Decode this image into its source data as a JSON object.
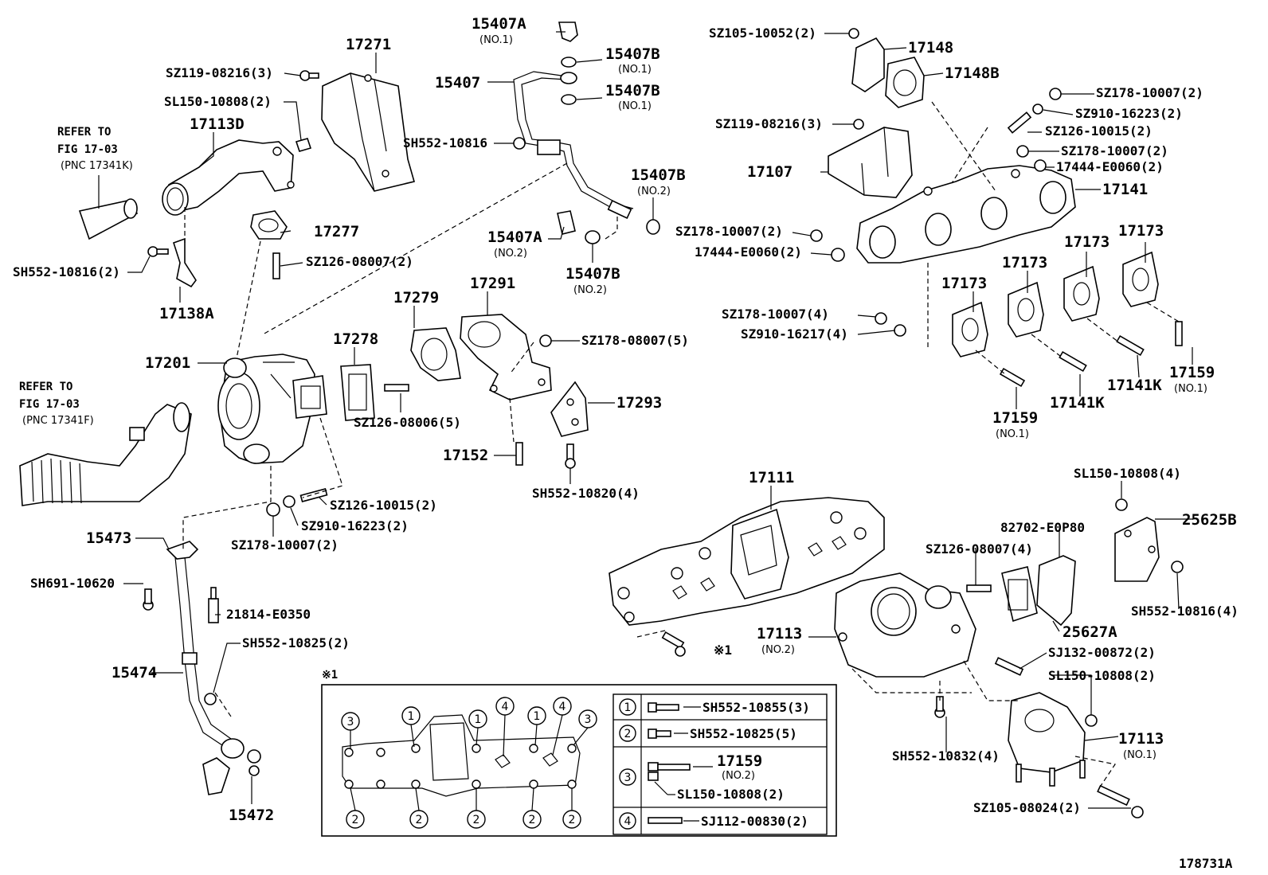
{
  "diagram_id": "178731A",
  "labels": {
    "p17271": "17271",
    "sz119_08216_top": "SZ119-08216(3)",
    "sl150_10808_2": "SL150-10808(2)",
    "p17113d": "17113D",
    "refer1_line1": "REFER TO",
    "refer1_line2": "FIG 17-03",
    "refer1_line3": "(PNC 17341K)",
    "p17277": "17277",
    "sz126_08007_2": "SZ126-08007(2)",
    "sh552_10816_left": "SH552-10816(2)",
    "p17138a": "17138A",
    "p17201": "17201",
    "refer2_line1": "REFER TO",
    "refer2_line2": "FIG 17-03",
    "refer2_line3": "(PNC 17341F)",
    "p17278": "17278",
    "p17279": "17279",
    "p17291": "17291",
    "sz178_08007_5": "SZ178-08007(5)",
    "p17293": "17293",
    "sz126_08006_5": "SZ126-08006(5)",
    "p17152": "17152",
    "sh552_10820_4": "SH552-10820(4)",
    "sz126_10015_left": "SZ126-10015(2)",
    "sz910_16223_left": "SZ910-16223(2)",
    "sz178_10007_left": "SZ178-10007(2)",
    "p15473": "15473",
    "sh691_10620": "SH691-10620",
    "p21814_e0350": "21814-E0350",
    "sh552_10825_2": "SH552-10825(2)",
    "p15474": "15474",
    "p15472": "15472",
    "p15407a_top": "15407A",
    "no1_a": "(NO.1)",
    "p15407b_1": "15407B",
    "no1_b": "(NO.1)",
    "p15407": "15407",
    "p15407b_2": "15407B",
    "no1_c": "(NO.1)",
    "sh552_10816_mid": "SH552-10816",
    "p15407b_3": "15407B",
    "no2_a": "(NO.2)",
    "p15407a_2": "15407A",
    "no2_b": "(NO.2)",
    "p15407b_4": "15407B",
    "no2_c": "(NO.2)",
    "sz105_10052": "SZ105-10052(2)",
    "p17148": "17148",
    "p17148b": "17148B",
    "sz178_10007_r1": "SZ178-10007(2)",
    "sz910_16223_r": "SZ910-16223(2)",
    "sz119_08216_r": "SZ119-08216(3)",
    "sz126_10015_r": "SZ126-10015(2)",
    "sz178_10007_r2": "SZ178-10007(2)",
    "p17444_e0060_r": "17444-E0060(2)",
    "p17107": "17107",
    "p17141": "17141",
    "sz178_10007_r3": "SZ178-10007(2)",
    "p17444_e0060_l": "17444-E0060(2)",
    "p17173_a": "17173",
    "p17173_b": "17173",
    "p17173_c": "17173",
    "p17173_d": "17173",
    "sz178_10007_4": "SZ178-10007(4)",
    "sz910_16217_4": "SZ910-16217(4)",
    "p17159_a": "17159",
    "no1_d": "(NO.1)",
    "p17141k_a": "17141K",
    "p17141k_b": "17141K",
    "p17159_b": "17159",
    "no1_e": "(NO.1)",
    "p17111": "17111",
    "sl150_10808_4": "SL150-10808(4)",
    "p82702_e0p80": "82702-E0P80",
    "p25625b": "25625B",
    "sz126_08007_4": "SZ126-08007(4)",
    "sh552_10816_4": "SH552-10816(4)",
    "p25627a": "25627A",
    "p17113_no2": "17113",
    "no2_d": "(NO.2)",
    "ref_mark": "※1",
    "sj132_00872": "SJ132-00872(2)",
    "sl150_10808_2b": "SL150-10808(2)",
    "p17113_no1": "17113",
    "no1_f": "(NO.1)",
    "sh552_10832_4": "SH552-10832(4)",
    "sz105_08024_2": "SZ105-08024(2)"
  },
  "inset": {
    "title": "※1",
    "legend": [
      {
        "num": "1",
        "part": "SH552-10855(3)"
      },
      {
        "num": "2",
        "part": "SH552-10825(5)"
      },
      {
        "num": "3",
        "part": "17159",
        "sub": "(NO.2)",
        "part2": "SL150-10808(2)"
      },
      {
        "num": "4",
        "part": "SJ112-00830(2)"
      }
    ],
    "markers": [
      "3",
      "1",
      "1",
      "4",
      "1",
      "4",
      "3",
      "2",
      "2",
      "2",
      "2",
      "2"
    ]
  }
}
